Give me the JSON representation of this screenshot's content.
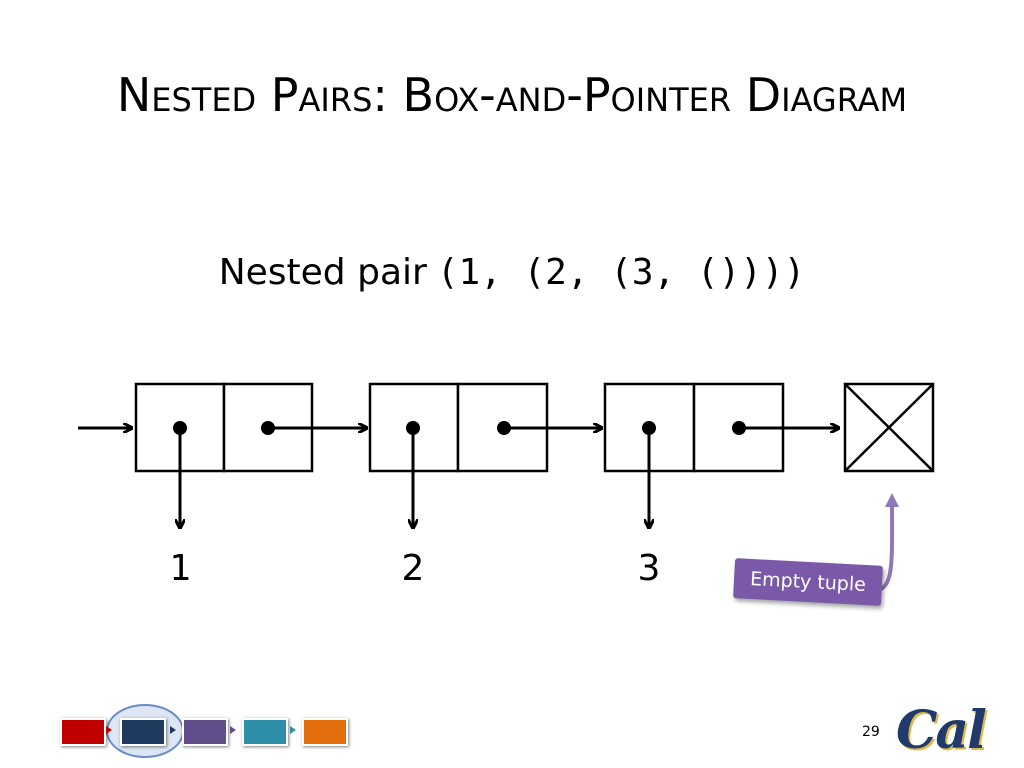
{
  "title": "Nested Pairs: Box-and-Pointer Diagram",
  "subtitle": {
    "label": "Nested pair",
    "code": "(1, (2, (3, ())))"
  },
  "diagram": {
    "values": [
      "1",
      "2",
      "3"
    ],
    "callout": "Empty tuple"
  },
  "footer": {
    "page_number": "29",
    "logo_text": "Cal",
    "nav_colors": [
      "#c00000",
      "#1f3a5f",
      "#614e8a",
      "#2f8fa8",
      "#e26e0c"
    ]
  }
}
